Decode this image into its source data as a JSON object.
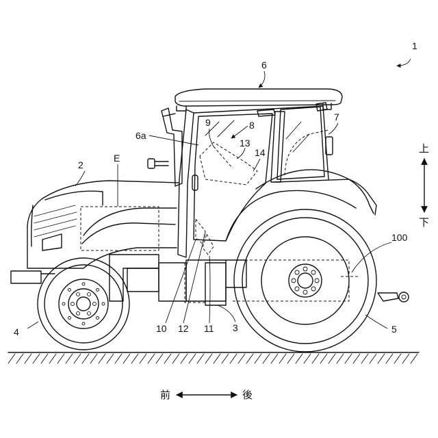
{
  "labels": {
    "l1": "1",
    "l2": "2",
    "l3": "3",
    "l4": "4",
    "l5": "5",
    "l6": "6",
    "l6a": "6a",
    "l7": "7",
    "l8": "8",
    "l9": "9",
    "l10": "10",
    "l11": "11",
    "l12": "12",
    "l13": "13",
    "l14": "14",
    "l100": "100",
    "lE": "E"
  },
  "directions": {
    "up": "上",
    "down": "下",
    "front": "前",
    "rear": "後"
  }
}
